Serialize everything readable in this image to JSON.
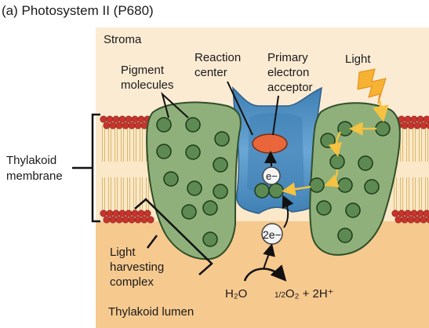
{
  "title": "(a) Photosystem II (P680)",
  "regions": {
    "stroma": "Stroma",
    "lumen": "Thylakoid lumen"
  },
  "labels": {
    "pigment_line1": "Pigment",
    "pigment_line2": "molecules",
    "reaction_line1": "Reaction",
    "reaction_line2": "center",
    "primary_line1": "Primary",
    "primary_line2": "electron",
    "primary_line3": "acceptor",
    "light": "Light",
    "thylakoid_line1": "Thylakoid",
    "thylakoid_line2": "membrane",
    "lhc_line1": "Light",
    "lhc_line2": "harvesting",
    "lhc_line3": "complex",
    "electron": "e−",
    "two_electrons": "2e−",
    "water": "H₂O",
    "products_fraction": "1/2",
    "products_rest": "O₂ + 2H⁺"
  },
  "colors": {
    "stroma_bg": "#fcebd3",
    "lumen_bg": "#f6c98f",
    "phospholipid_head": "#c8342c",
    "protein_green": "#8fb07a",
    "pigment_green": "#5c8a52",
    "reaction_center_blue": "#6aa7d6",
    "acceptor_orange": "#e8663a",
    "light_yellow": "#f6b232",
    "energy_arrow": "#f5c242"
  }
}
